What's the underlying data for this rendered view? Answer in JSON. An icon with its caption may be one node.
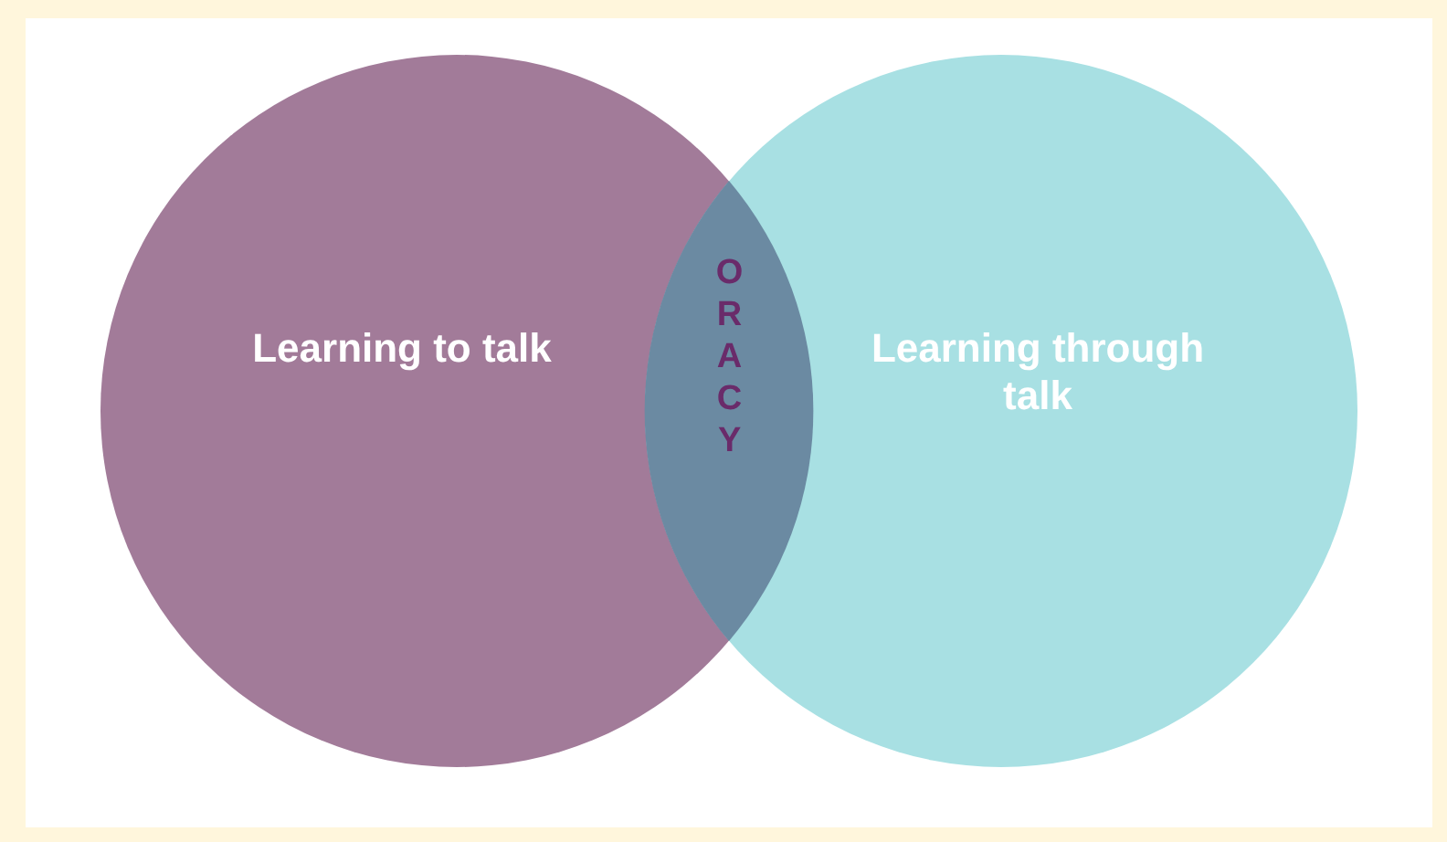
{
  "diagram": {
    "nodes": [
      {
        "text": [
          "Learning to talk"
        ]
      },
      {
        "text": [
          "ORACY"
        ]
      },
      {
        "text": [
          "Learning through talk"
        ]
      }
    ],
    "edges": []
  }
}
